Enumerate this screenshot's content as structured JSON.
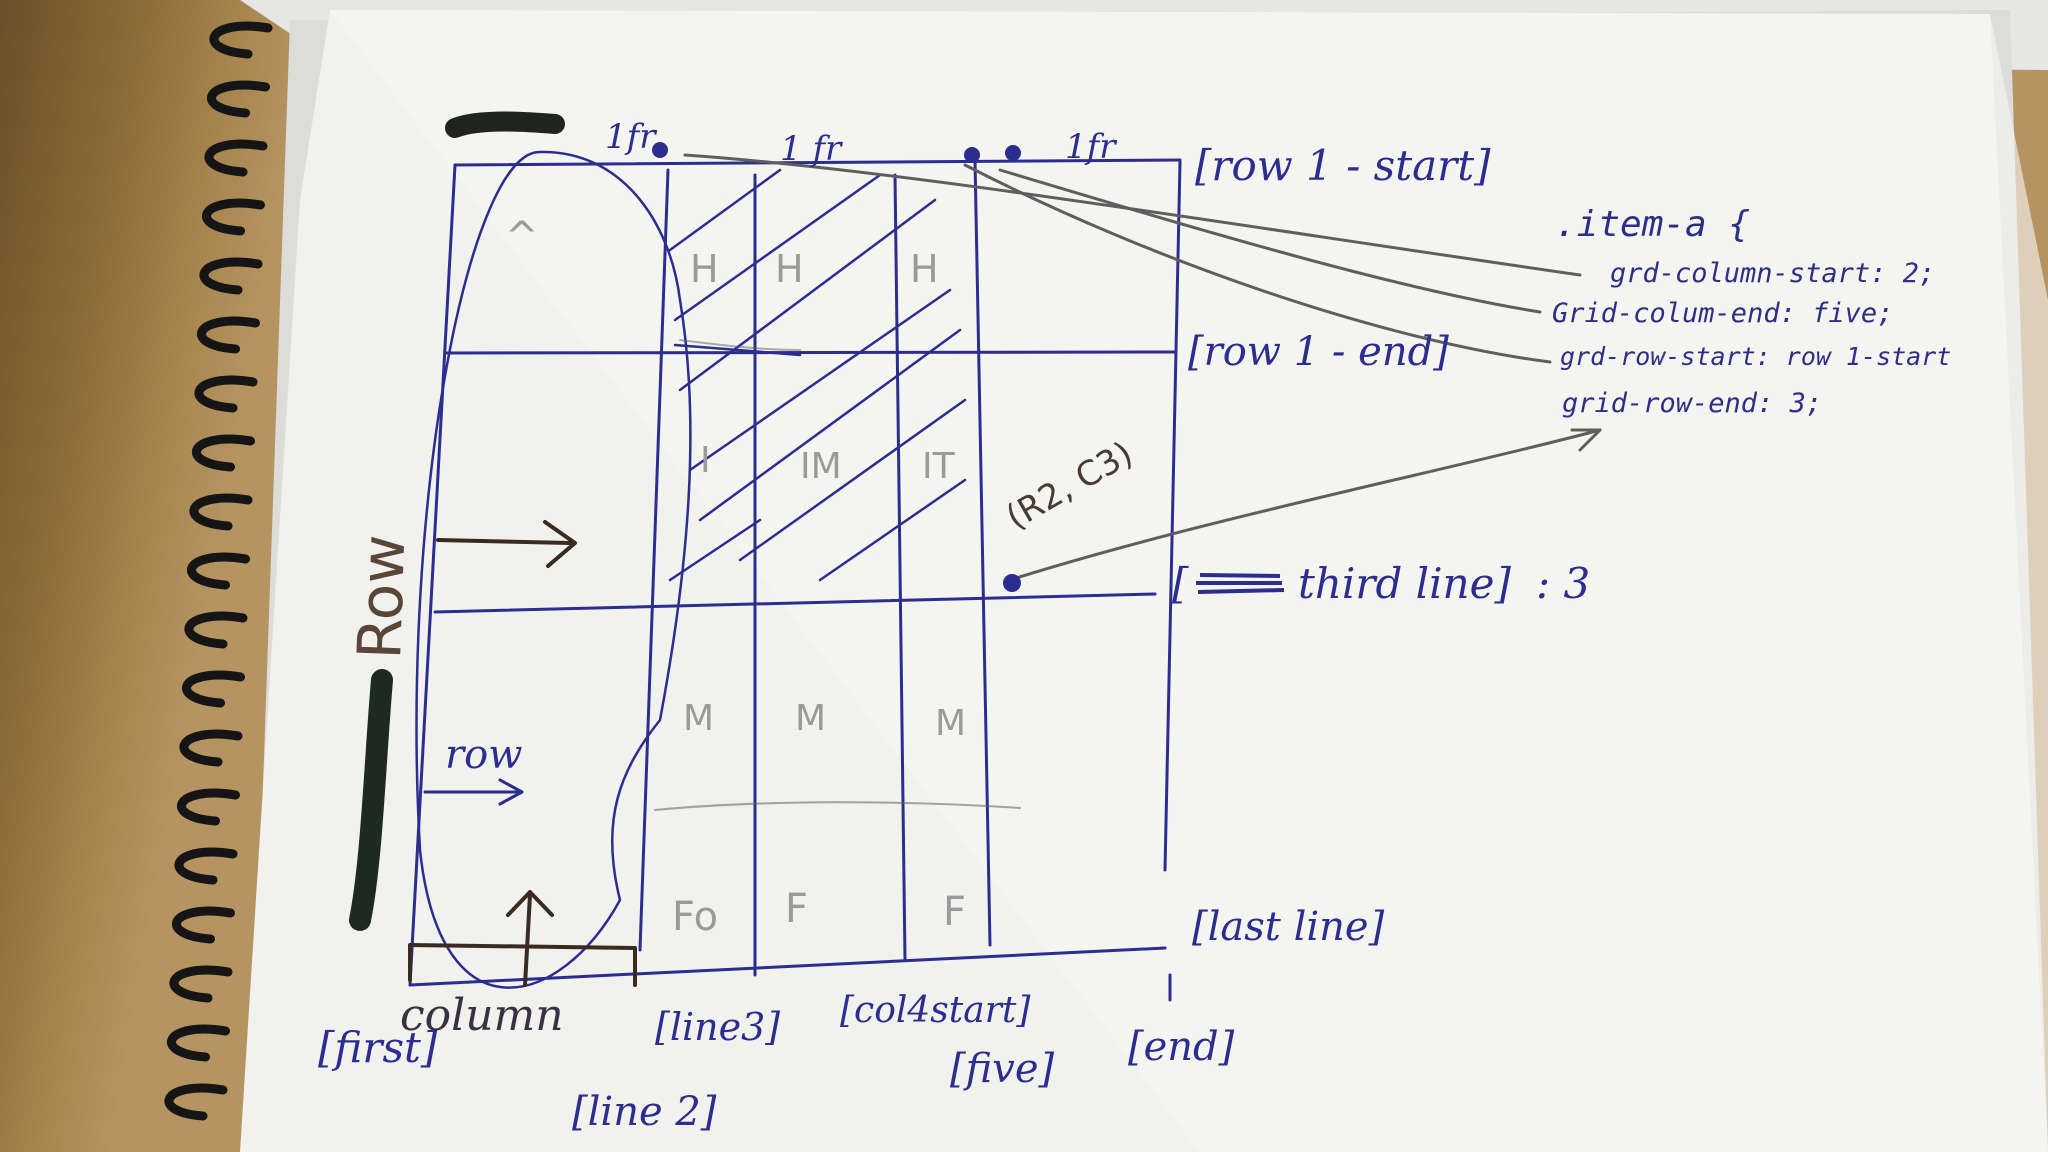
{
  "photo": {
    "subject": "hand-drawn CSS grid sketch on notebook paper",
    "colors": {
      "ink": "#2b2d8f",
      "paper": "#f1f1ee",
      "pencil": "#9a9a9a",
      "marker": "#1e2a22"
    }
  },
  "track_labels": {
    "col1": "1fr",
    "col2": "1 fr",
    "col3": "1fr"
  },
  "row_line_labels": {
    "row1_start": "[row 1 - start]",
    "row1_end": "[row 1 - end]",
    "third_line": "third line]",
    "third_line_open": "[",
    "third_line_value": ": 3",
    "last_line": "[last line]"
  },
  "column_line_labels": {
    "first": "[first]",
    "line2": "[line 2]",
    "line3": "[line3]",
    "col4start": "[col4start]",
    "five": "[five]",
    "end": "[end]"
  },
  "code": {
    "selector": ".item-a {",
    "line1": "grd-column-start: 2;",
    "line2": "Grid-colum-end: five;",
    "line3": "grd-row-start: row 1-start",
    "line4": "grid-row-end: 3;"
  },
  "annotations": {
    "row_vertical": "Row",
    "row_small": "row",
    "column": "column",
    "cell_ref": "(R2, C3)"
  },
  "cell_letters": {
    "top_left": "^",
    "row1": [
      "H",
      "H",
      "H"
    ],
    "row2": [
      "I",
      "IM",
      "IT"
    ],
    "row3": [
      "M",
      "M",
      "M"
    ],
    "row4": [
      "Fo",
      "F",
      "F"
    ]
  }
}
